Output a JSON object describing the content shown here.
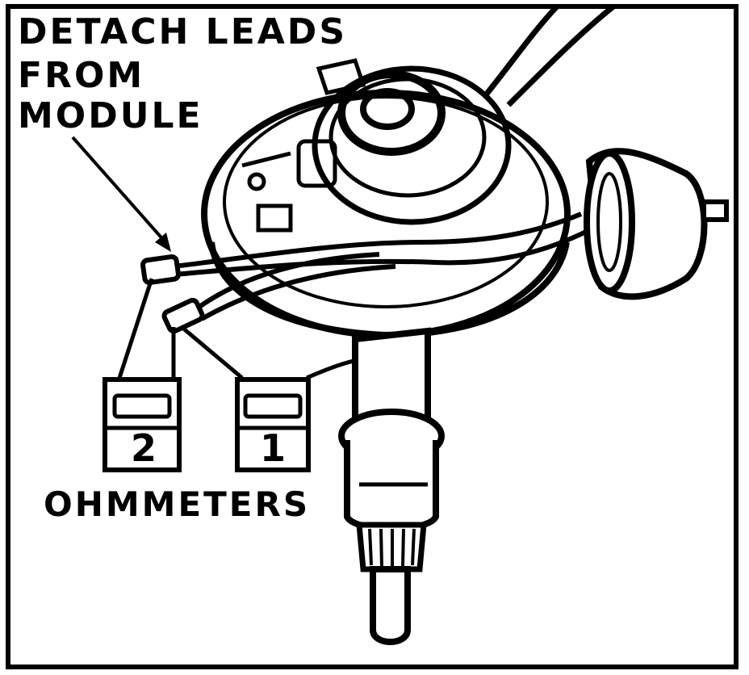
{
  "callout": {
    "lines": [
      "DETACH LEADS",
      "FROM",
      "MODULE"
    ]
  },
  "meters": {
    "label": "OHMMETERS",
    "meter_2": "2",
    "meter_1": "1"
  },
  "colors": {
    "ink": "#000000",
    "paper": "#ffffff"
  }
}
